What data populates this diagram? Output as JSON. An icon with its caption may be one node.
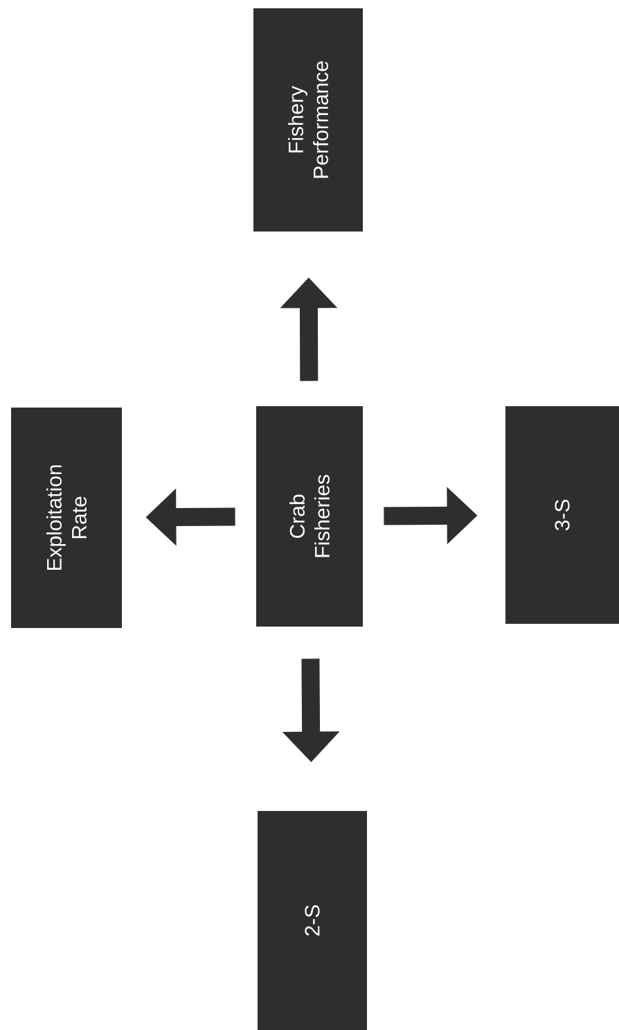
{
  "diagram": {
    "nodes": [
      {
        "text": [
          "Crab Fisheries"
        ]
      },
      {
        "text": [
          "Exploitation Rate"
        ]
      },
      {
        "text": [
          "Fishery Performance"
        ]
      },
      {
        "text": [
          "3-S"
        ]
      },
      {
        "text": [
          "2-S"
        ]
      }
    ],
    "edges": [
      {
        "from": 0,
        "to": 1,
        "arrow": "to"
      },
      {
        "from": 0,
        "to": 2,
        "arrow": "to"
      },
      {
        "from": 0,
        "to": 3,
        "arrow": "to"
      },
      {
        "from": 0,
        "to": 4,
        "arrow": "to"
      }
    ]
  }
}
